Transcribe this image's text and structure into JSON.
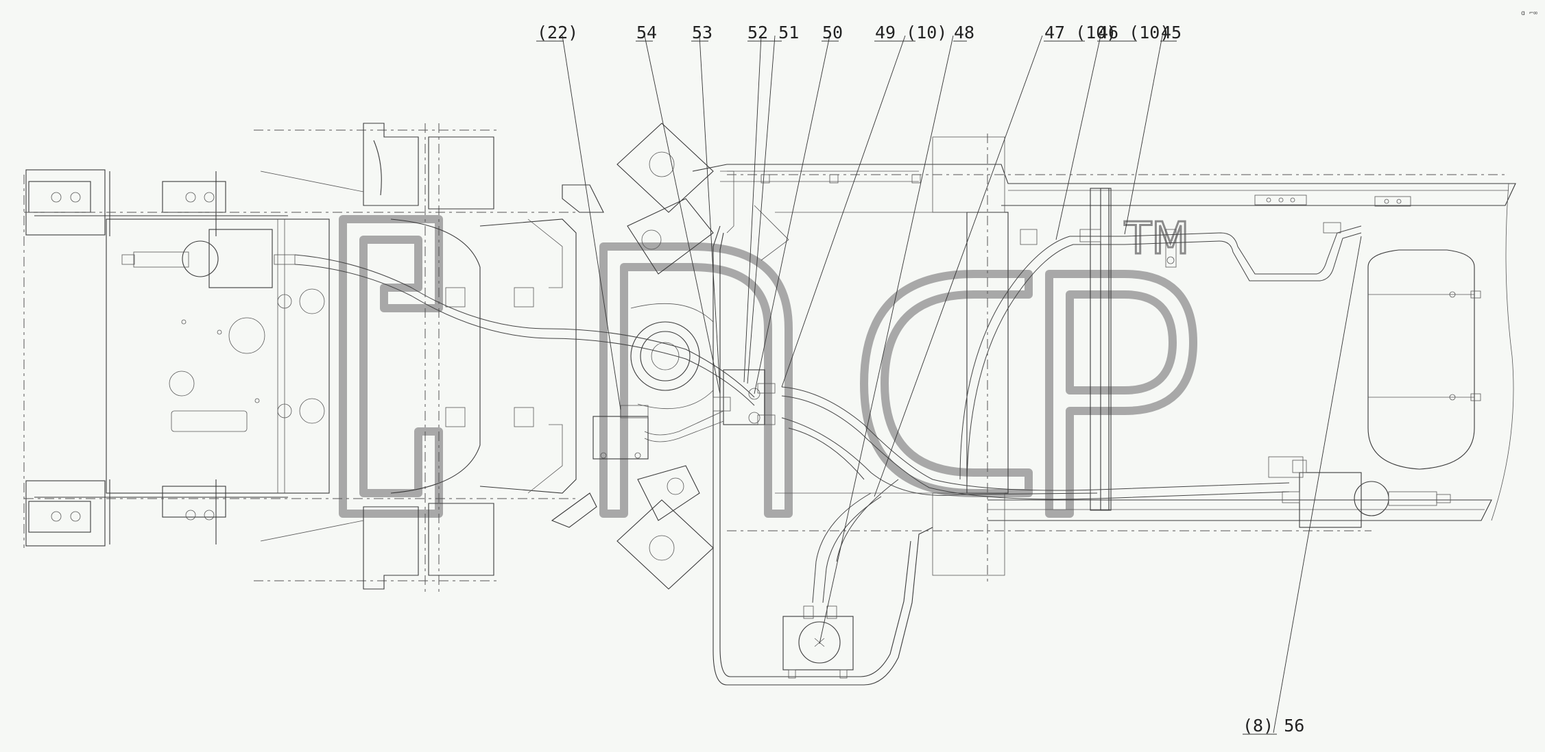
{
  "drawing": {
    "callouts": [
      {
        "id": "c1",
        "label": "(22)"
      },
      {
        "id": "c2",
        "label": "54"
      },
      {
        "id": "c3",
        "label": "53"
      },
      {
        "id": "c4",
        "label": "52 51"
      },
      {
        "id": "c5",
        "label": "50"
      },
      {
        "id": "c6",
        "label": "49 (10)"
      },
      {
        "id": "c7",
        "label": "48"
      },
      {
        "id": "c8",
        "label": "47 (10)"
      },
      {
        "id": "c9",
        "label": "46 (10)"
      },
      {
        "id": "c10",
        "label": "45"
      },
      {
        "id": "c11",
        "label": "(8) 56"
      }
    ],
    "watermark": {
      "text": "TM"
    },
    "corner_mark": "ɑ ⌐∞"
  }
}
